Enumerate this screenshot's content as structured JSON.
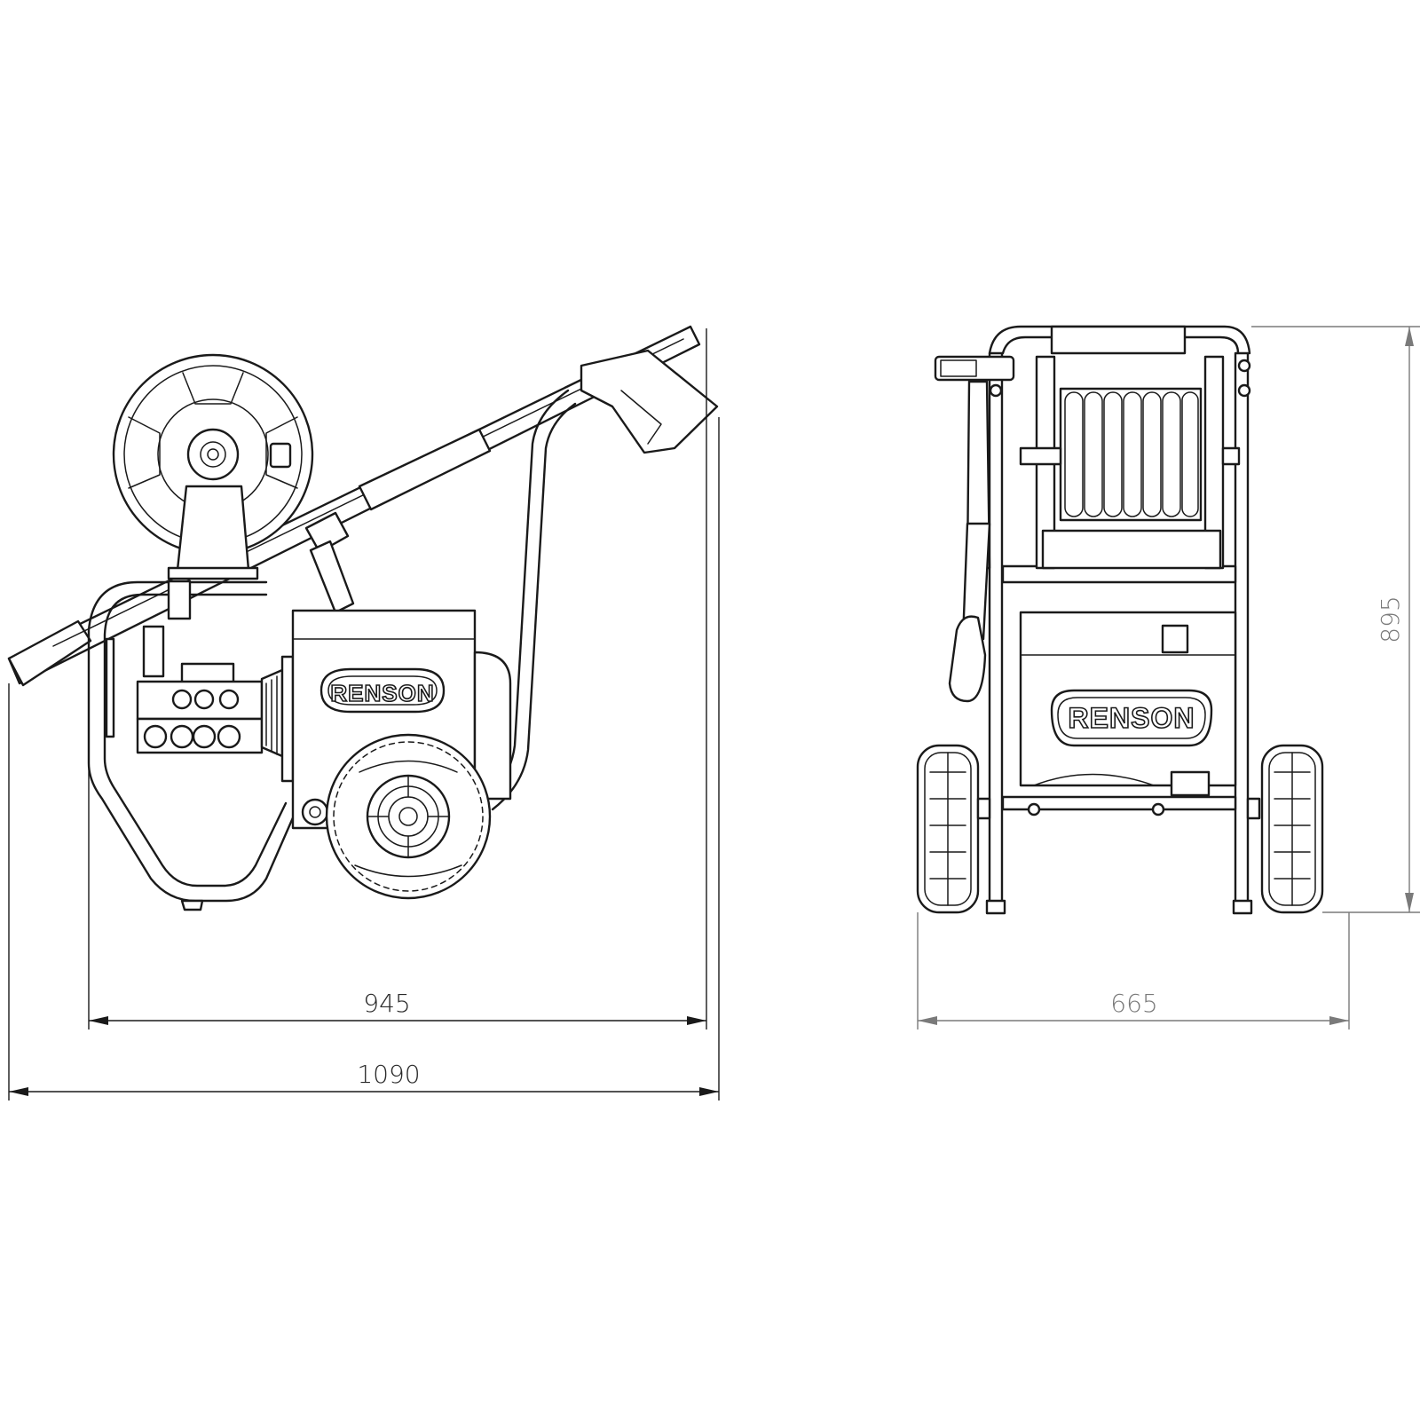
{
  "brand": "RENSON",
  "dimensions": {
    "side_body_length": "945",
    "side_overall_length": "1090",
    "front_width": "665",
    "front_height": "895"
  },
  "colors": {
    "line": "#1a1a1a",
    "dimension_side": "#1a1a1a",
    "dimension_front": "#7a7a7a",
    "background": "#ffffff"
  }
}
